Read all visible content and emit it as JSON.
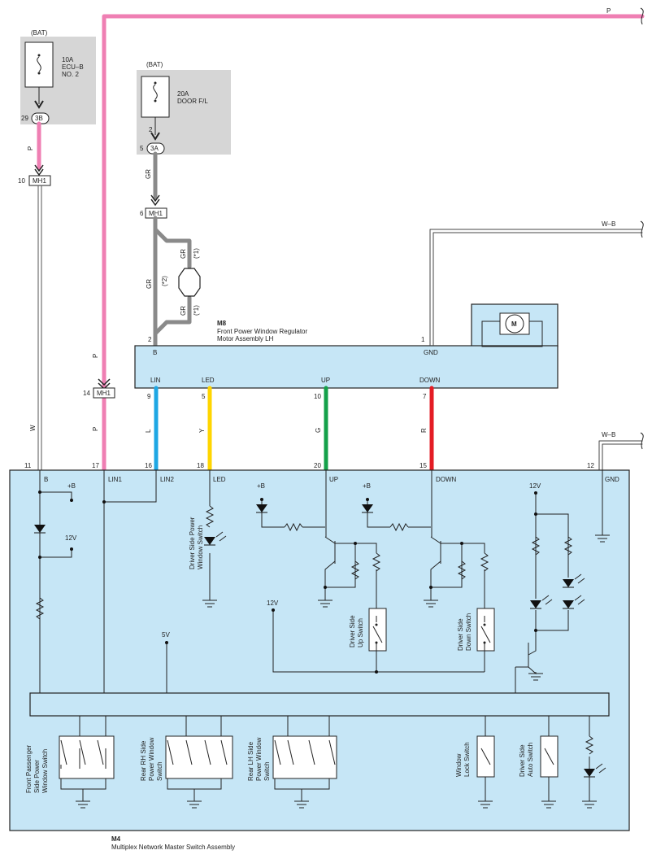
{
  "fuses": {
    "ecu_b": {
      "source": "(BAT)",
      "rating": "10A",
      "name": "ECU–B",
      "number": "NO. 2"
    },
    "door_fl": {
      "source": "(BAT)",
      "rating": "20A",
      "name": "DOOR F/L",
      "pin": "2"
    }
  },
  "connectors": {
    "c3b": {
      "label": "3B",
      "pin": "29"
    },
    "c3a": {
      "label": "3A",
      "pin": "5"
    },
    "mh1_10": {
      "label": "MH1",
      "pin": "10"
    },
    "mh1_6": {
      "label": "MH1",
      "pin": "6"
    },
    "mh1_14": {
      "label": "MH1",
      "pin": "14"
    }
  },
  "wires": {
    "top_right": "P",
    "ecu_b_color": "P",
    "pink_color": "P",
    "white_color": "W",
    "gray_color": "GR",
    "note1": "(*1)",
    "note2": "(*2)",
    "wb_color": "W–B",
    "blue_color": "L",
    "yellow_color": "Y",
    "green_color": "G",
    "red_color": "R"
  },
  "motor": {
    "code": "M8",
    "name1": "Front Power Window Regulator",
    "name2": "Motor Assembly LH",
    "symbol": "M",
    "pin_b_num": "2",
    "pin_b": "B",
    "pin_gnd_num": "1",
    "pin_gnd": "GND",
    "pin_lin": "LIN",
    "pin_led": "LED",
    "pin_up": "UP",
    "pin_down": "DOWN"
  },
  "pins": {
    "lin_top": "9",
    "led_top": "5",
    "up_top": "10",
    "down_top": "7",
    "b_num": "11",
    "lin1_num": "17",
    "lin2_num": "16",
    "led_num": "18",
    "up_num": "20",
    "down_num": "15",
    "gnd_num": "12",
    "b": "B",
    "lin1": "LIN1",
    "lin2": "LIN2",
    "led": "LED",
    "up": "UP",
    "down": "DOWN",
    "gnd": "GND"
  },
  "circuit": {
    "plus_b": "+B",
    "v12": "12V",
    "v5": "5V"
  },
  "switches": {
    "up_1": "Driver Side",
    "up_2": "Up Switch",
    "down_1": "Driver Side",
    "down_2": "Down Switch",
    "led_1": "Driver Side Power",
    "led_2": "Window Switch",
    "fp_1": "Front Passenger",
    "fp_2": "Side Power",
    "fp_3": "Window Switch",
    "rrh_1": "Rear RH Side",
    "rrh_2": "Power Window",
    "rrh_3": "Switch",
    "rlh_1": "Rear LH Side",
    "rlh_2": "Power Window",
    "rlh_3": "Switch",
    "lock_1": "Window",
    "lock_2": "Lock Switch",
    "auto_1": "Driver Side",
    "auto_2": "Auto Switch"
  },
  "master": {
    "code": "M4",
    "name": "Multiplex Network Master Switch Assembly"
  }
}
